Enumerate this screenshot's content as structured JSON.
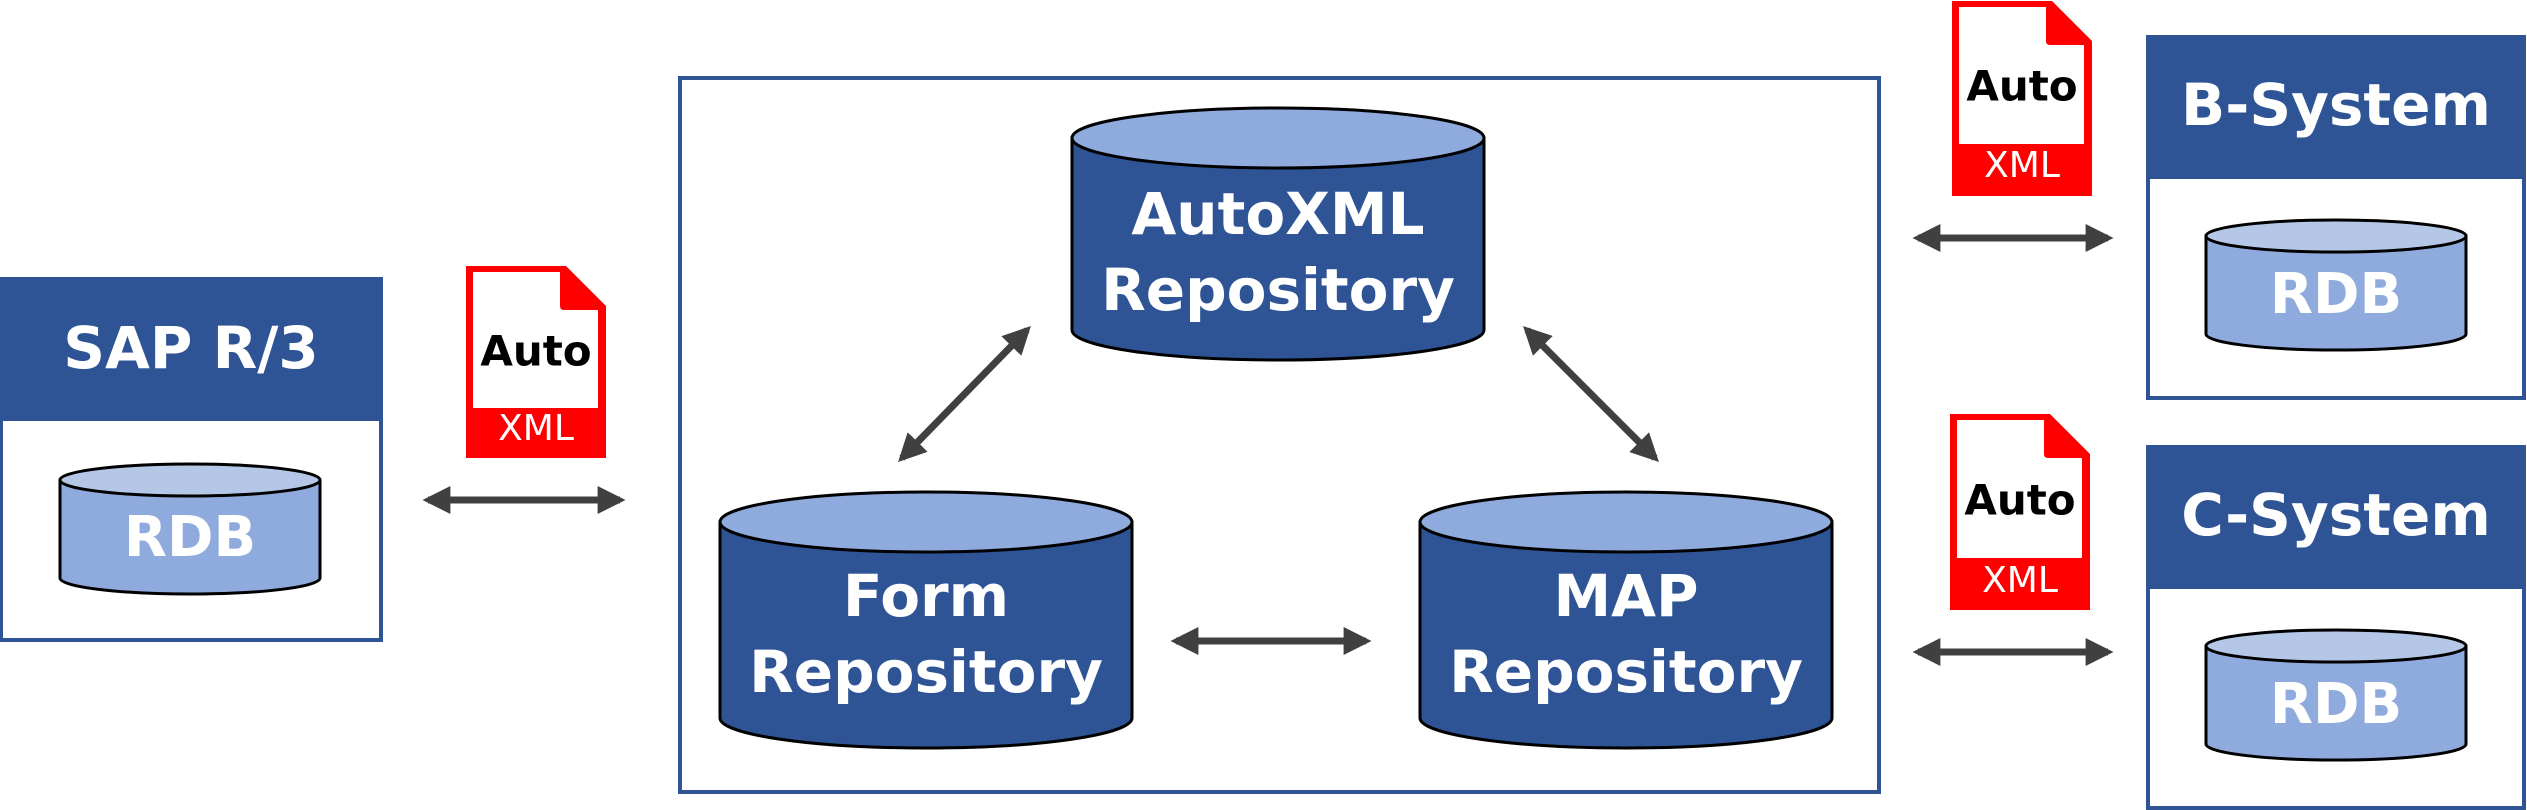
{
  "systems": {
    "sap": {
      "title": "SAP R/3",
      "db": "RDB"
    },
    "b": {
      "title": "B-System",
      "db": "RDB"
    },
    "c": {
      "title": "C-System",
      "db": "RDB"
    }
  },
  "repositories": {
    "autoxml": {
      "line1": "AutoXML",
      "line2": "Repository"
    },
    "form": {
      "line1": "Form",
      "line2": "Repository"
    },
    "map": {
      "line1": "MAP",
      "line2": "Repository"
    }
  },
  "xml_icon": {
    "top": "Auto",
    "bottom": "XML"
  },
  "colors": {
    "dark_blue": "#2F5496",
    "light_blue": "#8FAADC",
    "pale_blue": "#B4C7E7",
    "red": "#FF0000",
    "arrow": "#404040"
  }
}
